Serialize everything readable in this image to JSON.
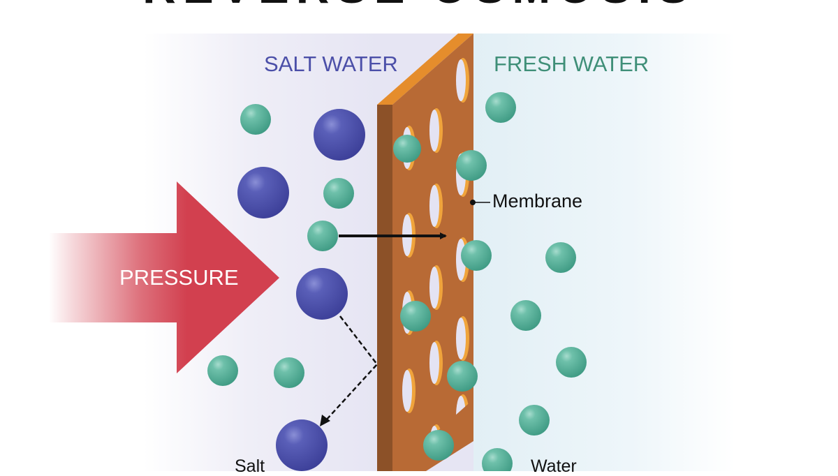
{
  "diagram": {
    "title": "REVERSE OSMOSIS",
    "regions": {
      "salt_water_label": "SALT WATER",
      "fresh_water_label": "FRESH WATER"
    },
    "labels": {
      "pressure": "PRESSURE",
      "membrane": "Membrane",
      "salt": "Salt",
      "water": "Water"
    },
    "colors": {
      "salt_water_text": "#4b4fa8",
      "fresh_water_text": "#3f8f78",
      "pressure_arrow": "#d2404f",
      "membrane_face": "#b86a35",
      "membrane_edge": "#8c5128",
      "membrane_top": "#e58d2c",
      "salt_ion": "#4a4fa6",
      "water_molecule": "#5fb5a0"
    },
    "legend": [
      {
        "name": "salt",
        "label": "Salt",
        "particle": "large blue sphere"
      },
      {
        "name": "water",
        "label": "Water",
        "particle": "small teal sphere"
      }
    ],
    "processes": [
      {
        "name": "water-passes-through",
        "description": "Water molecule passes through membrane (solid arrow)"
      },
      {
        "name": "salt-rejected",
        "description": "Salt ion bounces off membrane (dashed arrow)"
      }
    ]
  }
}
